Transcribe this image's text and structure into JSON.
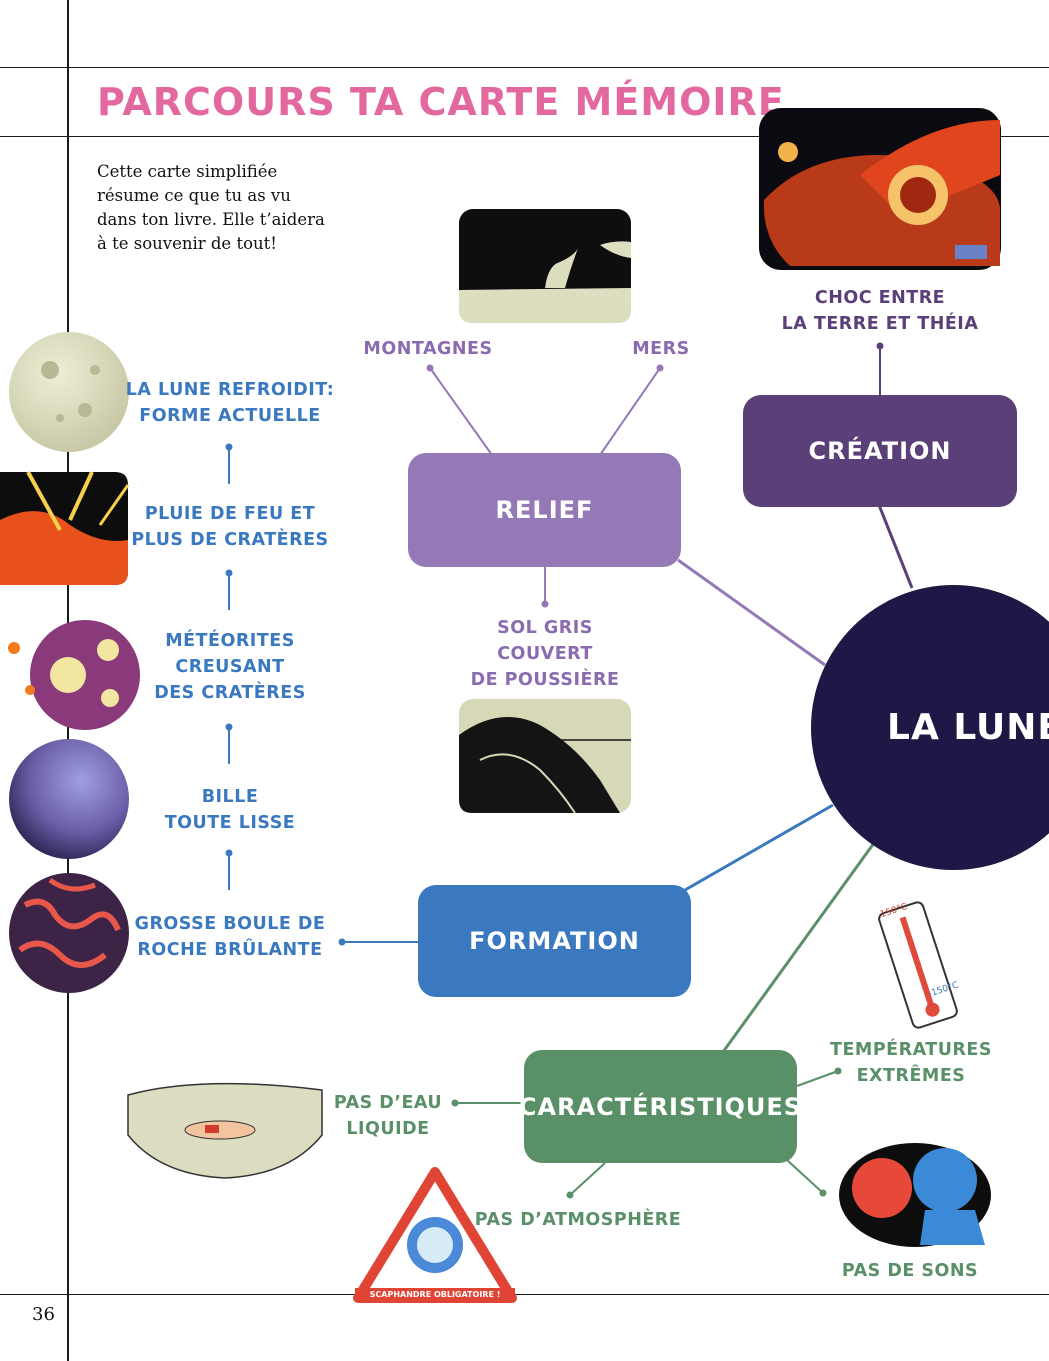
{
  "header": {
    "title": "PARCOURS TA CARTE MÉMOIRE",
    "intro_lines": [
      "Cette carte simplifiée",
      "résume ce que tu as vu",
      "dans ton livre. Elle t’aidera",
      "à te souvenir de tout!"
    ]
  },
  "center": {
    "label": "LA LUNE"
  },
  "creation": {
    "label": "CRÉATION",
    "choc": [
      "CHOC ENTRE",
      "LA TERRE ET THÉIA"
    ]
  },
  "relief": {
    "label": "RELIEF",
    "montagnes": "MONTAGNES",
    "mers": "MERS",
    "sol": [
      "SOL GRIS",
      "COUVERT",
      "DE POUSSIÈRE"
    ]
  },
  "formation": {
    "label": "FORMATION",
    "steps": [
      [
        "LA LUNE REFROIDIT:",
        "FORME ACTUELLE"
      ],
      [
        "PLUIE DE FEU ET",
        "PLUS DE CRATÈRES"
      ],
      [
        "MÉTÉORITES",
        "CREUSANT",
        "DES CRATÈRES"
      ],
      [
        "BILLE",
        "TOUTE LISSE"
      ],
      [
        "GROSSE BOULE DE",
        "ROCHE BRÛLANTE"
      ]
    ]
  },
  "caracteristiques": {
    "label": "CARACTÉRISTIQUES",
    "temperatures": [
      "TEMPÉRATURES",
      "EXTRÊMES"
    ],
    "eau": [
      "PAS D’EAU",
      "LIQUIDE"
    ],
    "atmosphere": "PAS D’ATMOSPHÈRE",
    "sons": "PAS DE SONS"
  },
  "thermometer": {
    "top": "150°C",
    "bottom": "-150°C"
  },
  "sign": {
    "text": "SCAPHANDRE OBLIGATOIRE !"
  },
  "page": {
    "number": "36"
  },
  "colors": {
    "title_pink": "#e2689f",
    "creation": "#5b3f78",
    "relief": "#9479b6",
    "formation": "#3a78c0",
    "caracteristiques": "#5a9068",
    "moon": "#1d1845"
  }
}
